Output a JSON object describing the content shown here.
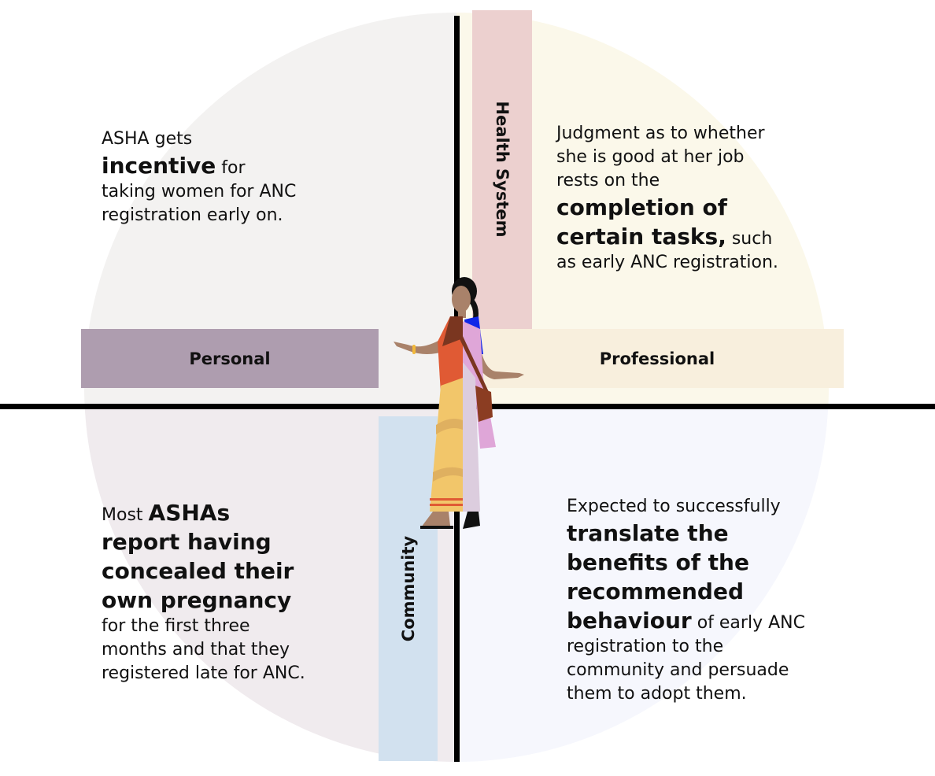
{
  "diagram": {
    "title": "ASHA worker pressures: personal, professional, health system and community",
    "colors": {
      "quadrant_top_left": "#f3f2f1",
      "quadrant_top_right": "#fbf8ea",
      "quadrant_bottom_left": "#f0ebee",
      "quadrant_bottom_right": "#f6f7fd",
      "personal_band": "#ae9daf",
      "professional_band": "#f8efdd",
      "health_system_band": "#ecd0cf",
      "community_band": "#d2e1ef",
      "axis": "#000000"
    },
    "bands": {
      "personal": "Personal",
      "professional": "Professional",
      "health_system": "Health System",
      "community": "Community"
    },
    "figure_icon": "asha-woman-in-saree-icon",
    "quadrants": {
      "top_left": {
        "parts": [
          {
            "text": "ASHA gets ",
            "bold": false
          },
          {
            "text": "incentive",
            "bold": true
          },
          {
            "text": " for taking women for ANC registration early on.",
            "bold": false
          }
        ]
      },
      "top_right": {
        "parts": [
          {
            "text": "Judgment as to whether she is good at her job rests on the ",
            "bold": false
          },
          {
            "text": "completion of certain tasks,",
            "bold": true
          },
          {
            "text": " such as early ANC registration.",
            "bold": false
          }
        ]
      },
      "bottom_left": {
        "parts": [
          {
            "text": "Most ",
            "bold": false
          },
          {
            "text": "ASHAs report having concealed their own pregnancy",
            "bold": true
          },
          {
            "text": " for the first three months and that they registered late for ANC.",
            "bold": false
          }
        ]
      },
      "bottom_right": {
        "parts": [
          {
            "text": "Expected to successfully ",
            "bold": false
          },
          {
            "text": "translate the benefits of the recommended behaviour",
            "bold": true
          },
          {
            "text": " of early ANC registration to the community and persuade them to adopt them.",
            "bold": false
          }
        ]
      }
    }
  }
}
